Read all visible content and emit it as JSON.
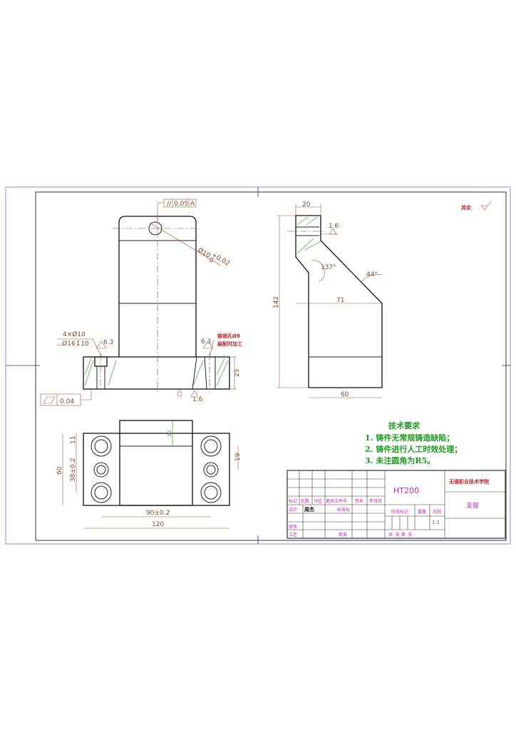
{
  "drawing": {
    "front_view": {
      "parallelism_tolerance": "0.05",
      "datum": "A",
      "hole_dim": "Ø10",
      "hole_tol_upper": "+0.02",
      "hole_tol_lower": "0",
      "holes_note": "4×Ø10",
      "counterbore_note": "⌴Ø16↧10",
      "pin_hole_note": "锥销孔Ø8",
      "pin_hole_note2": "装配时加工",
      "base_height": "25",
      "flatness_tolerance": "0.04",
      "roughness": "1.6",
      "roughness_left": "6.3",
      "roughness_right": "6.3"
    },
    "side_view": {
      "top_width": "20",
      "height": "142",
      "roughness": "1.6",
      "angle_1": "137°",
      "angle_2": "44°",
      "length_71": "71",
      "base_width": "60"
    },
    "top_view": {
      "dim_20": "20",
      "dim_11": "11",
      "dim_38": "38±0.2",
      "dim_60": "60",
      "dim_19": "19",
      "dim_90": "90±0.2",
      "dim_120": "120"
    },
    "general_roughness": "其余",
    "tech_requirements": {
      "title": "技术要求",
      "items": [
        "1. 铸件无常规铸造缺陷；",
        "2. 铸件进行人工时效处理；",
        "3. 未注圆角为R5。"
      ]
    },
    "title_block": {
      "material": "HT200",
      "school": "无锡职业技术学院",
      "part_name": "支座",
      "headers": [
        "标记",
        "处数",
        "分区",
        "更改文件号",
        "签名",
        "年月日"
      ],
      "designer_label": "设计",
      "designer": "周杰",
      "standardization_label": "标准化",
      "review_label": "审核",
      "process_label": "工艺",
      "approve_label": "批准",
      "stage_label": "阶段标记",
      "weight_label": "重量",
      "scale_label": "比例",
      "scale": "1:1",
      "sheets": "共  张 第  张"
    }
  }
}
